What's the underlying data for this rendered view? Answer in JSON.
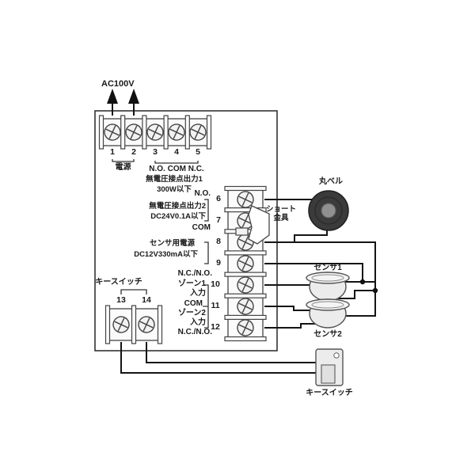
{
  "power": {
    "label": "AC100V"
  },
  "top_block": {
    "terminals": [
      "1",
      "2",
      "3",
      "4",
      "5"
    ],
    "power_label": "電源",
    "contact_label": "N.O. COM N.C.",
    "output1_line1": "無電圧接点出力1",
    "output1_line2": "300W以下"
  },
  "right_block": {
    "terminals": [
      "6",
      "7",
      "8",
      "9",
      "10",
      "11",
      "12"
    ],
    "no_label": "N.O.",
    "output2_line1": "無電圧接点出力2",
    "output2_line2": "DC24V0.1A以下",
    "com_label": "COM",
    "sensor_power_line1": "センサ用電源",
    "sensor_power_line2": "DC12V330mA以下",
    "zone_top_contact_label": "N.C./N.O.",
    "zone1_label": "ゾーン1",
    "zone1_input_label": "入力",
    "zone_com_label": "COM",
    "zone2_label": "ゾーン2",
    "zone2_input_label": "入力",
    "zone_bottom_contact_label": "N.C./N.O."
  },
  "keyswitch_block": {
    "label": "キースイッチ",
    "terminals": [
      "13",
      "14"
    ]
  },
  "devices": {
    "bell_label": "丸ベル",
    "short_fitting_line1": "ショート",
    "short_fitting_line2": "金具",
    "sensor1_label": "センサ1",
    "sensor2_label": "センサ2",
    "keyswitch_label": "キースイッチ"
  },
  "colors": {
    "wire": "#141414",
    "outline": "#444444",
    "bell_fill": "#3b3b3b",
    "device_fill": "#ececec"
  }
}
